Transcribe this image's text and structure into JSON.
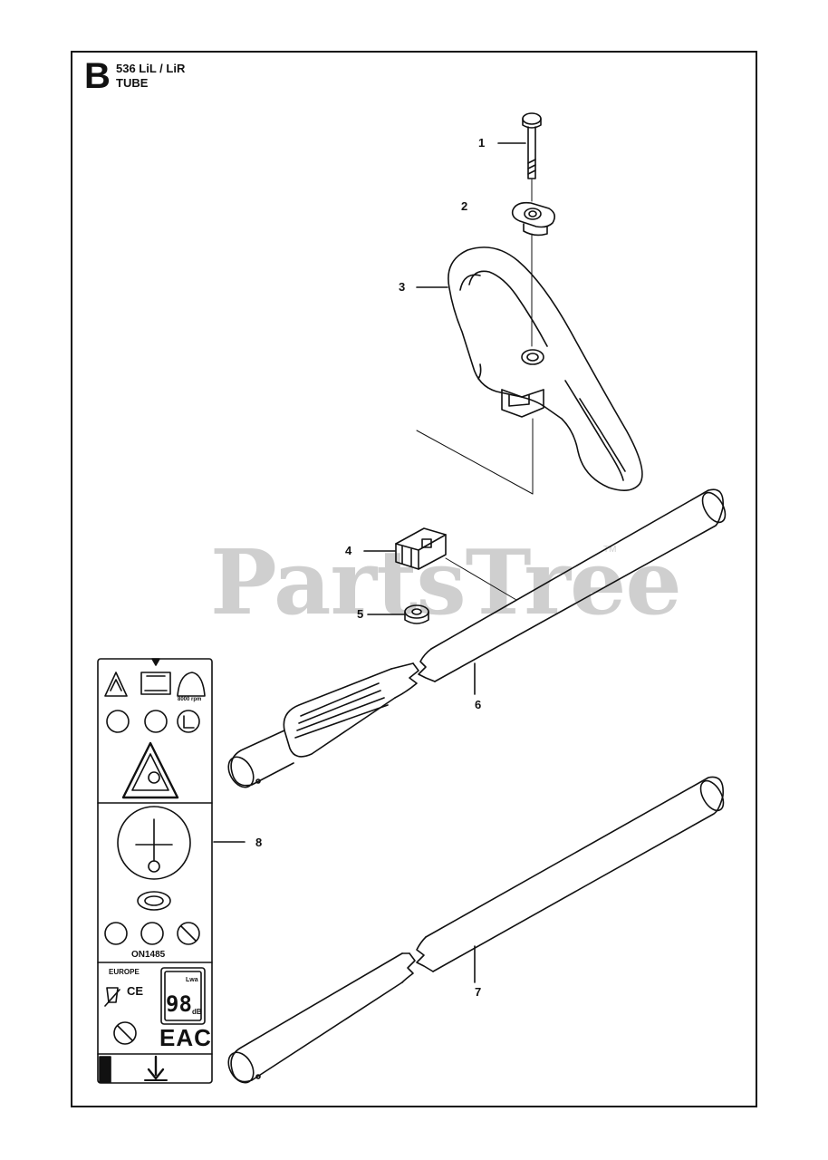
{
  "header": {
    "section_letter": "B",
    "model": "536 LiL / LiR",
    "section": "TUBE"
  },
  "watermark": {
    "text": "PartsTree",
    "tm": "TM"
  },
  "callouts": {
    "c1": "1",
    "c2": "2",
    "c3": "3",
    "c4": "4",
    "c5": "5",
    "c6": "6",
    "c7": "7",
    "c8": "8"
  },
  "decal": {
    "code": "ON1485",
    "region": "EUROPE",
    "ce_mark": "CE",
    "sound_level": "98",
    "sound_unit": "dB",
    "lwa": "Lwa",
    "eac_mark": "EAC",
    "rpm": "8000 rpm"
  },
  "colors": {
    "line": "#111111",
    "watermark": "#cfcfcf",
    "background": "#ffffff"
  }
}
